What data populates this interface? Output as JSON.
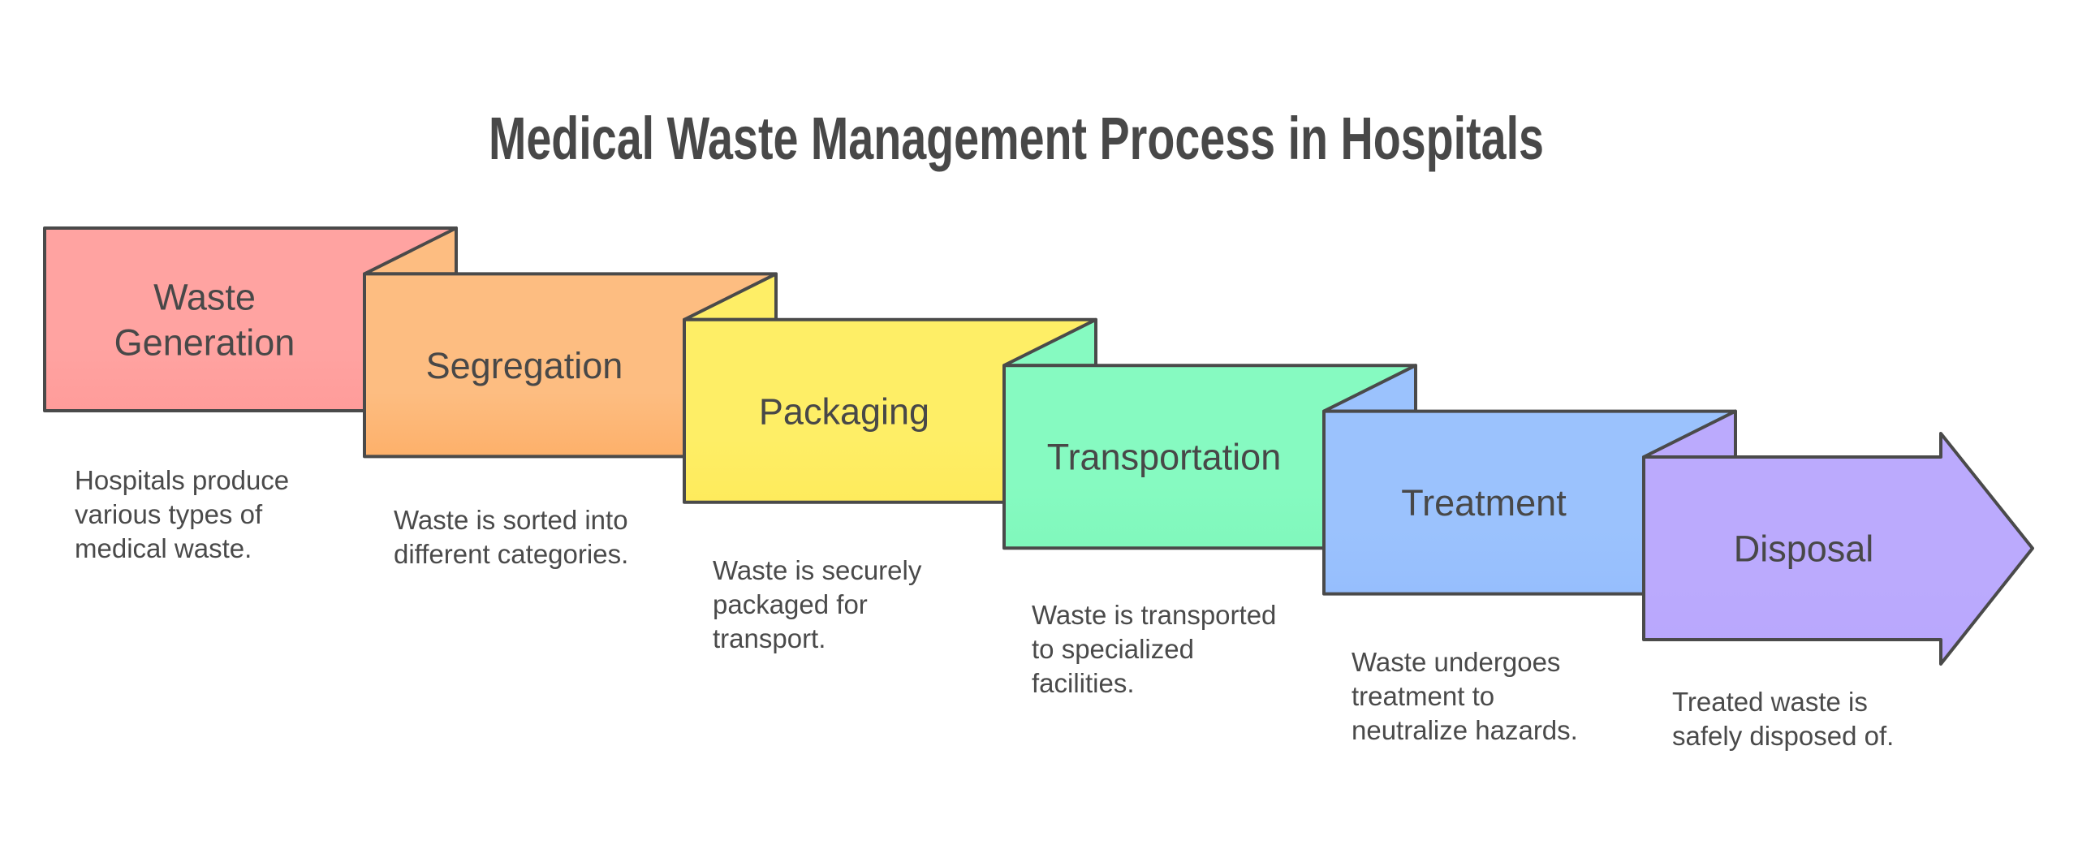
{
  "title": "Medical Waste Management Process in Hospitals",
  "colors": {
    "outline": "#4a4a4a",
    "text": "#484848",
    "background": "#ffffff"
  },
  "steps": [
    {
      "label_lines": [
        "Waste",
        "Generation"
      ],
      "description_lines": [
        "Hospitals produce",
        "various types of",
        "medical waste."
      ],
      "color": "#FFA3A1",
      "color_bottom": "#FF9C9A"
    },
    {
      "label_lines": [
        "Segregation"
      ],
      "description_lines": [
        "Waste is sorted into",
        "different categories."
      ],
      "color": "#FDBD81",
      "color_bottom": "#FDB06A"
    },
    {
      "label_lines": [
        "Packaging"
      ],
      "description_lines": [
        "Waste is securely",
        "packaged for",
        "transport."
      ],
      "color": "#FEEE66",
      "color_bottom": "#FEEB5C"
    },
    {
      "label_lines": [
        "Transportation"
      ],
      "description_lines": [
        "Waste is transported",
        "to specialized",
        "facilities."
      ],
      "color": "#86FAC1",
      "color_bottom": "#80F8BC"
    },
    {
      "label_lines": [
        "Treatment"
      ],
      "description_lines": [
        "Waste undergoes",
        "treatment to",
        "neutralize hazards."
      ],
      "color": "#9BC2FD",
      "color_bottom": "#96BEFD"
    },
    {
      "label_lines": [
        "Disposal"
      ],
      "description_lines": [
        "Treated waste is",
        "safely disposed of."
      ],
      "color": "#BBAAFD",
      "color_bottom": "#B8A6FD"
    }
  ]
}
